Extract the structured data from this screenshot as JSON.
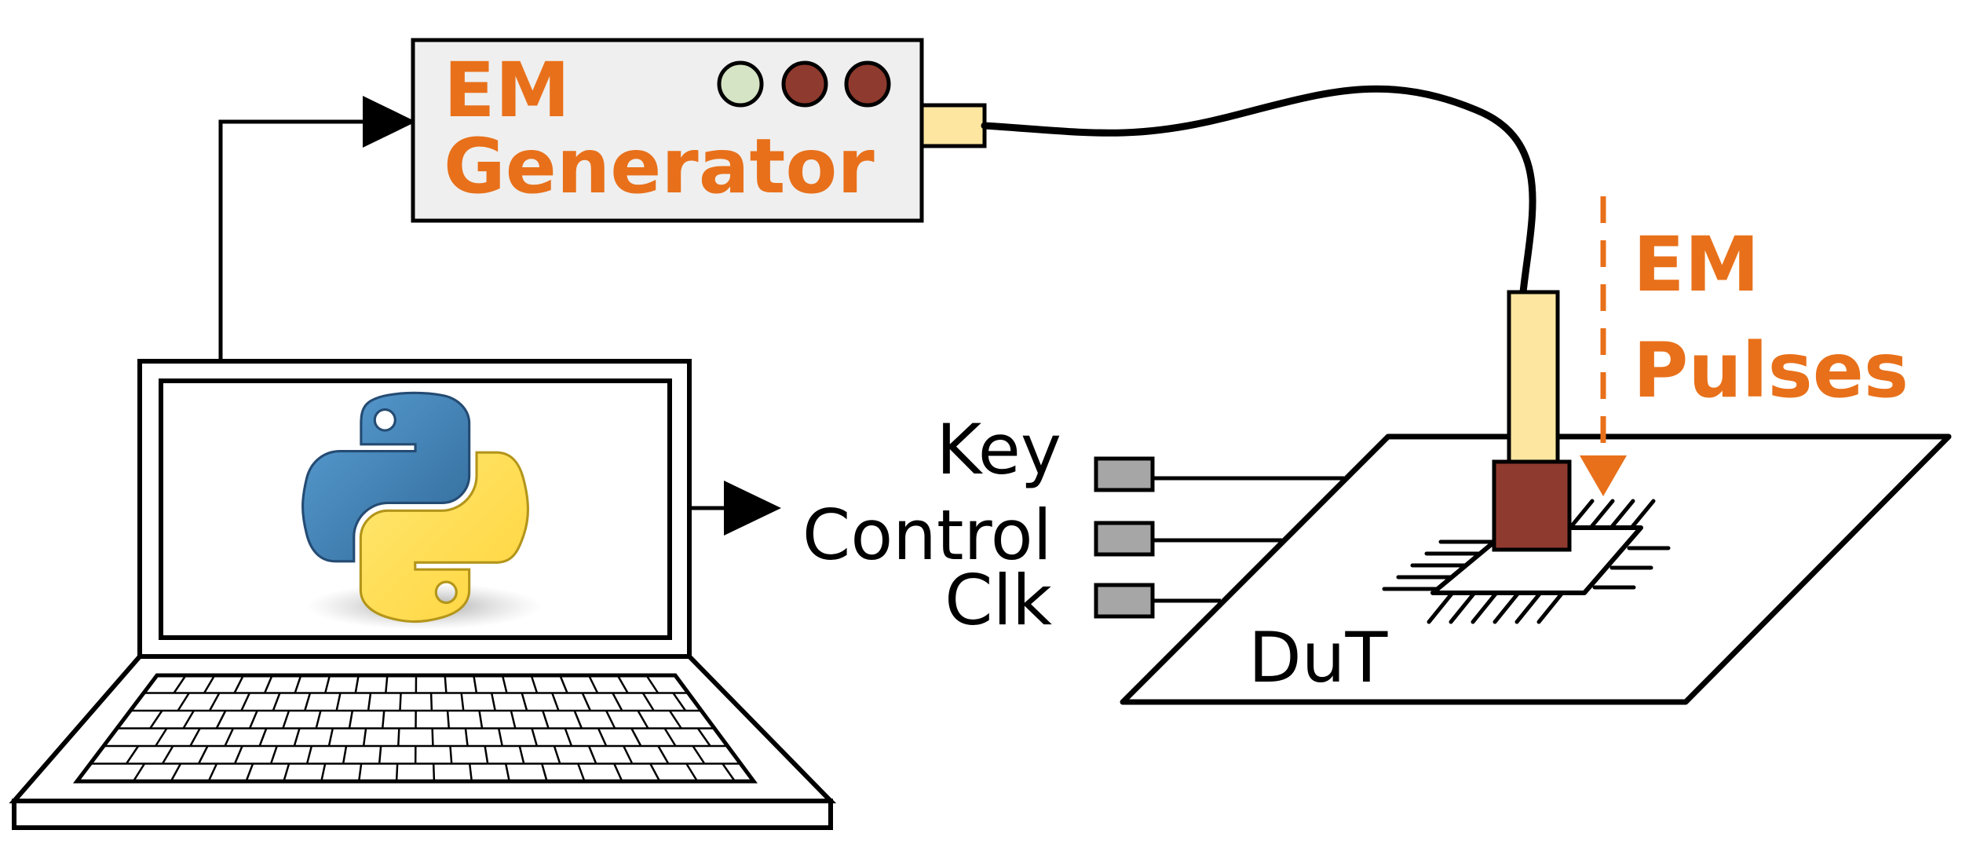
{
  "generator": {
    "title_line1": "EM",
    "title_line2": "Generator"
  },
  "pulses": {
    "label_line1": "EM",
    "label_line2": "Pulses"
  },
  "inputs": {
    "key": "Key",
    "control": "Control",
    "clk": "Clk"
  },
  "dut": {
    "label": "DuT"
  },
  "icons": {
    "computer": "laptop-icon",
    "software": "python-logo-icon"
  },
  "colors": {
    "accent_orange": "#e8701a",
    "generator_body": "#efefef",
    "led_green": "#d5e4c4",
    "led_red": "#8f3a2e",
    "connector_tan": "#fde6a0",
    "chip_probe_red": "#8f3a2e",
    "pin_gray": "#a6a6a6",
    "python_blue": "#3f6f9f",
    "python_yellow": "#f2c71a"
  }
}
